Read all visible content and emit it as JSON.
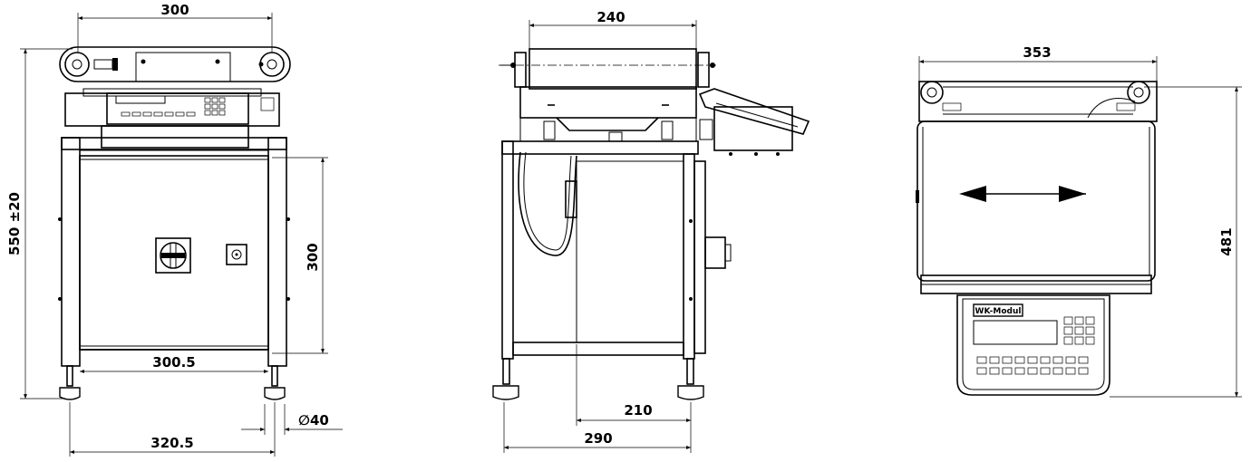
{
  "front_view": {
    "dim_top_width": "300",
    "dim_height_overall": "550 ±20",
    "dim_frame_height": "300",
    "dim_inner_width": "300.5",
    "dim_foot_spacing": "320.5",
    "dim_foot_diameter": "∅40"
  },
  "side_view": {
    "dim_roller_length": "240",
    "dim_foot_offset": "210",
    "dim_depth": "290"
  },
  "top_view": {
    "dim_width": "353",
    "dim_length": "481",
    "terminal_label": "WK-Modul"
  }
}
